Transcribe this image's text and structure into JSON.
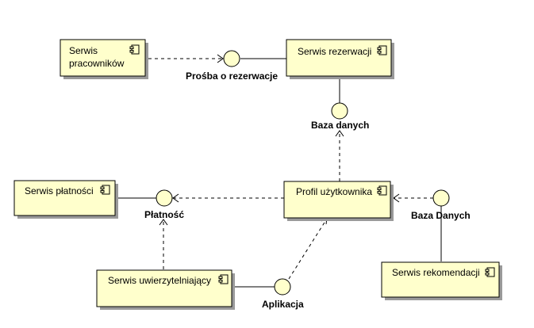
{
  "colors": {
    "component_fill": "#ffffcc",
    "stroke": "#000000",
    "shadow": "#9a9a9a"
  },
  "components": {
    "serwis_pracownikow": {
      "lines": [
        "Serwis",
        "pracowników"
      ],
      "icon": "component-icon"
    },
    "serwis_rezerwacji": {
      "lines": [
        "Serwis rezerwacji"
      ],
      "icon": "component-icon"
    },
    "serwis_platnosci": {
      "lines": [
        "Serwis płatności"
      ],
      "icon": "component-icon"
    },
    "profil_uzytkownika": {
      "lines": [
        "Profil użytkownika"
      ],
      "icon": "component-icon"
    },
    "serwis_uwierzytelniajacy": {
      "lines": [
        "Serwis uwierzytelniający"
      ],
      "icon": "component-icon"
    },
    "serwis_rekomendacji": {
      "lines": [
        "Serwis rekomendacji"
      ],
      "icon": "component-icon"
    }
  },
  "interfaces": {
    "prosba_o_rezerwacje": "Prośba o rezerwacje",
    "baza_danych_1": "Baza danych",
    "platnosc": "Płatność",
    "baza_danych_2": "Baza Danych",
    "aplikacja": "Aplikacja"
  }
}
